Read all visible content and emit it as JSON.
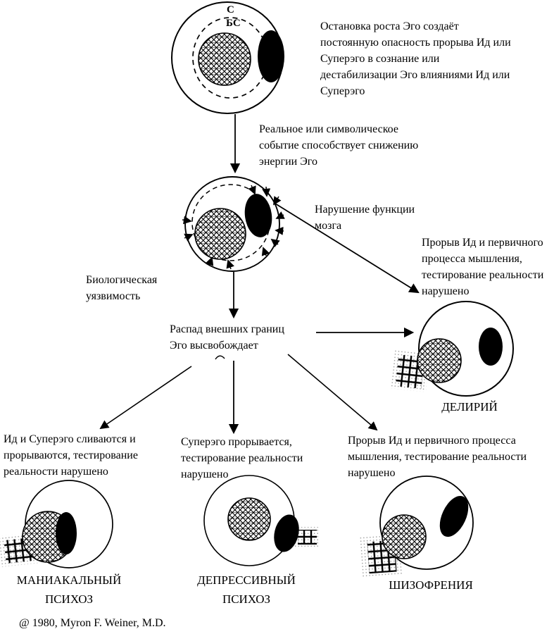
{
  "colors": {
    "ink": "#000000",
    "background": "#ffffff"
  },
  "top_diagram": {
    "conscious_label": "С",
    "preconscious_label": "БС"
  },
  "notes": {
    "ego_arrest": {
      "lines": [
        "Остановка роста Эго создаёт",
        "постоянную опасность прорыва Ид или",
        "Суперэго в сознание или",
        "дестабилизации Эго влияниями Ид или",
        "Суперэго"
      ]
    },
    "triggering_event": {
      "lines": [
        "Реальное или символическое",
        "событие способствует снижению",
        "энергии Эго"
      ]
    },
    "brain_dysfunction": {
      "lines": [
        "Нарушение функции",
        "мозга"
      ]
    },
    "biological_vulnerability": {
      "lines": [
        "Биологическая",
        "уязвимость"
      ]
    },
    "boundary_breakdown": {
      "lines": [
        "Распад внешних границ",
        "Эго высвобождает"
      ]
    },
    "delirium_breakthrough": {
      "lines": [
        "Прорыв Ид и первичного",
        "процесса мышления,",
        "тестирование реальности",
        "нарушено"
      ]
    },
    "manic_breakthrough": {
      "lines": [
        "Ид и Суперэго сливаются и",
        "прорываются, тестирование",
        "реальности нарушено"
      ]
    },
    "depressive_breakthrough": {
      "lines": [
        "Суперэго прорывается,",
        "тестирование реальности",
        "нарушено"
      ]
    },
    "schizophrenia_breakthrough": {
      "lines": [
        "Прорыв Ид и первичного процесса",
        "мышления, тестирование реальности",
        "нарушено"
      ]
    }
  },
  "outcomes": {
    "delirium": {
      "label": "ДЕЛИРИЙ"
    },
    "manic": {
      "label_line1": "МАНИАКАЛЬНЫЙ",
      "label_line2": "ПСИХОЗ"
    },
    "depressive": {
      "label_line1": "ДЕПРЕССИВНЫЙ",
      "label_line2": "ПСИХОЗ"
    },
    "schizophrenia": {
      "label": "ШИЗОФРЕНИЯ"
    }
  },
  "footer": {
    "copyright": "@ 1980, Myron F. Weiner, M.D."
  }
}
